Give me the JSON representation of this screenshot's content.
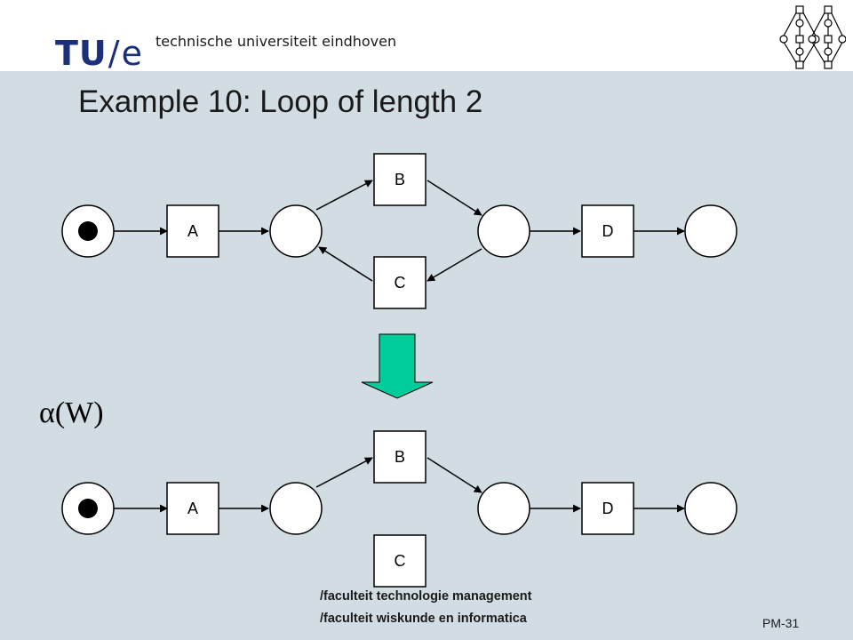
{
  "header": {
    "logo_part1": "TU",
    "logo_slash": "/",
    "logo_part2": "e",
    "university": "technische universiteit eindhoven",
    "corner_icon": "petri-net-logo-icon"
  },
  "slide": {
    "title": "Example 10: Loop of length 2"
  },
  "net_before": {
    "transitions": [
      "A",
      "B",
      "C",
      "D"
    ],
    "places": 4,
    "initial_token_place": 1
  },
  "transform_arrow": {
    "icon": "down-arrow-icon",
    "color": "#00cc99"
  },
  "net_after": {
    "label": "α(W)",
    "transitions": [
      "A",
      "B",
      "C",
      "D"
    ],
    "places": 4,
    "initial_token_place": 1
  },
  "footer": {
    "line1": "/faculteit technologie  management",
    "line2": "/faculteit wiskunde  en informatica",
    "page": "PM-31"
  },
  "colors": {
    "background": "#d2dde3",
    "header_background": "#ffffff",
    "brand": "#1b2f7a",
    "arrow_fill": "#00cc99"
  }
}
